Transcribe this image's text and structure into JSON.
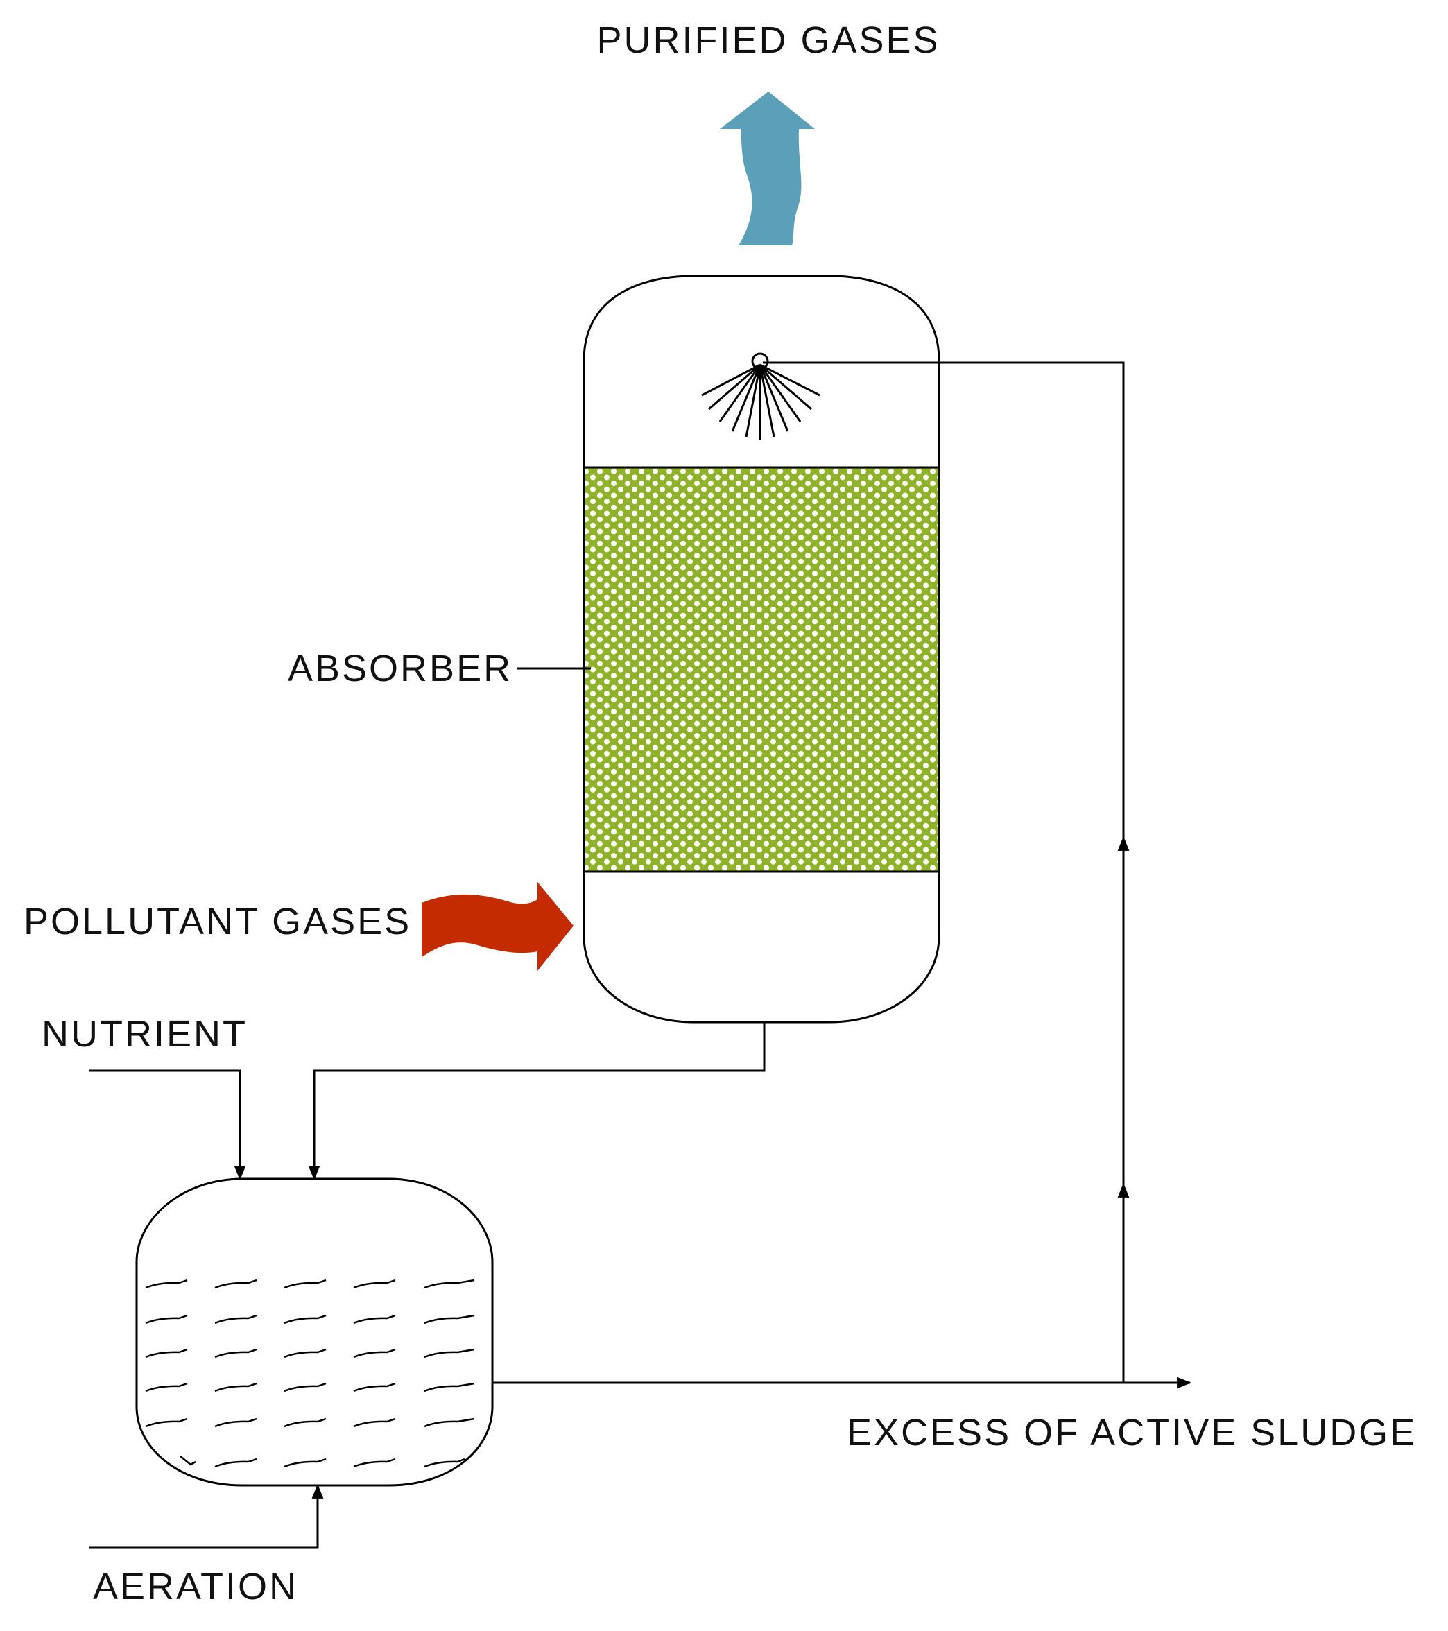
{
  "labels": {
    "purified_gases": "PURIFIED  GASES",
    "absorber": "ABSORBER",
    "pollutant_gases": "POLLUTANT  GASES",
    "nutrient": "NUTRIENT",
    "excess_sludge": "EXCESS  OF  ACTIVE  SLUDGE",
    "aeration": "AERATION"
  },
  "colors": {
    "purified_arrow": "#5b9fb8",
    "pollutant_arrow": "#c42b00",
    "packing_fill": "#8fb22a",
    "packing_holes": "#ffffff",
    "line": "#000000"
  }
}
